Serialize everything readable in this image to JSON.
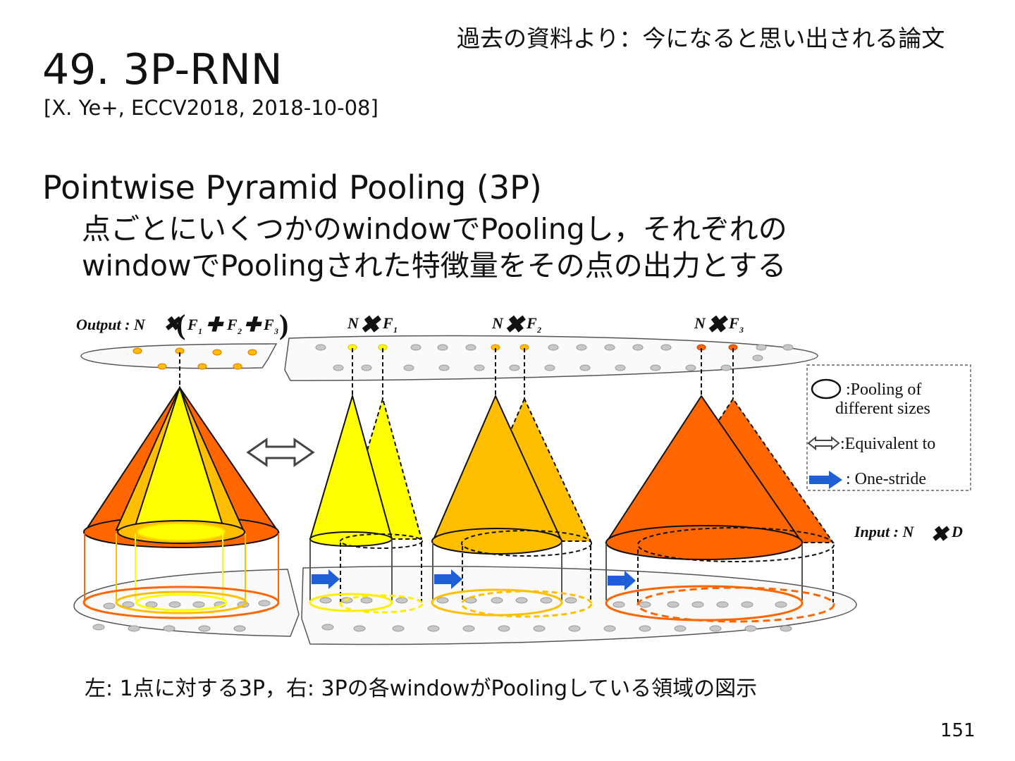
{
  "slide": {
    "top_note": "過去の資料より：今になると思い出される論文",
    "title": "49. 3P-RNN",
    "citation": "[X. Ye+, ECCV2018, 2018-10-08]",
    "section_heading": "Pointwise Pyramid Pooling (3P)",
    "bullet_line1": "点ごとにいくつかのwindowでPoolingし，それぞれの",
    "bullet_line2": "windowでPoolingされた特徴量をその点の出力とする",
    "caption": "左: 1点に対する3P，右: 3Pの各windowがPoolingしている領域の図示",
    "page_number": "151"
  },
  "figure": {
    "output_label": "Output : N",
    "output_f1": "F",
    "output_f2": "F",
    "output_f3": "F",
    "sub1": "1",
    "sub2": "2",
    "sub3": "3",
    "group1_n": "N",
    "group1_f": "F",
    "group1_sub": "1",
    "group2_n": "N",
    "group2_f": "F",
    "group2_sub": "2",
    "group3_n": "N",
    "group3_f": "F",
    "group3_sub": "3",
    "input_label": "Input : N",
    "input_d": "D",
    "legend": {
      "pooling_line1": ":Pooling of",
      "pooling_line2": "different sizes",
      "equivalent": ":Equivalent to",
      "stride": ": One-stride"
    },
    "colors": {
      "yellow": "#ffff00",
      "amber": "#ffbf00",
      "orange": "#ff6600",
      "stride_arrow": "#1f5fd6",
      "gray_point": "#c8c8c8"
    }
  }
}
